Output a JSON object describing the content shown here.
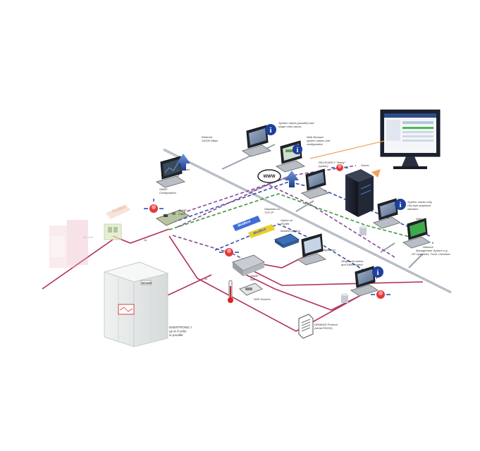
{
  "labels": {
    "system_values_parallel": [
      "System values (parallel) and",
      "single units values"
    ],
    "web_browser": [
      "Web Browser",
      "system values and",
      "configuration"
    ],
    "ethernet": [
      "Ethernet",
      "10/100 Mbps"
    ],
    "telnet": "Telnet",
    "www": "WWW",
    "receiver_relay": [
      "RECEIVER 2 \"Relay\"",
      "(option)"
    ],
    "server": "Server",
    "snmp_configuration": [
      "SNMP",
      "Configuration"
    ],
    "snmp_card": [
      "SNMP",
      "Card"
    ],
    "protocol_tag": "Profibus",
    "standard_tcpip": [
      "Standard on",
      "TCP-IP"
    ],
    "option_rs485": [
      "Option on",
      "RS485"
    ],
    "modbus_1": "Modbus",
    "modbus_2": "Modbus",
    "modem": "Modem (option)",
    "configuration": "Configuration",
    "system_values_old_style": [
      "System values only,",
      "Old style graphical",
      "interface"
    ],
    "nms_label": "NMS",
    "network_management": [
      "Network",
      "Management System e.g.",
      "HP Openview, Tivoli, Unicenter"
    ],
    "single_unit_values": [
      "Single unit values",
      "and SNMP Agent"
    ],
    "snmp_box": [
      "SNMP",
      "Box"
    ],
    "nsr_devices": "NSR Devices",
    "demand_protocol": [
      "DEMAND Protocol",
      "(serial RS232)"
    ],
    "ups_caption": [
      "ENERTRONIC I",
      "up to 8 units",
      "in parallel"
    ],
    "ups_brand": "BENNING",
    "small_ups_label": "AC Unit",
    "tick_a": "1a",
    "tick_b": "1b"
  },
  "colors": {
    "line_magenta": "#b0305a",
    "line_blue": "#3a4fa8",
    "line_green": "#3c9a3c",
    "line_purple": "#8a4a9a",
    "ethernet_gray": "#9ba3b0",
    "info_blue": "#1f3f9a",
    "orange_arrow": "#f0a35a",
    "modbus_blue": "#2a58c8"
  }
}
